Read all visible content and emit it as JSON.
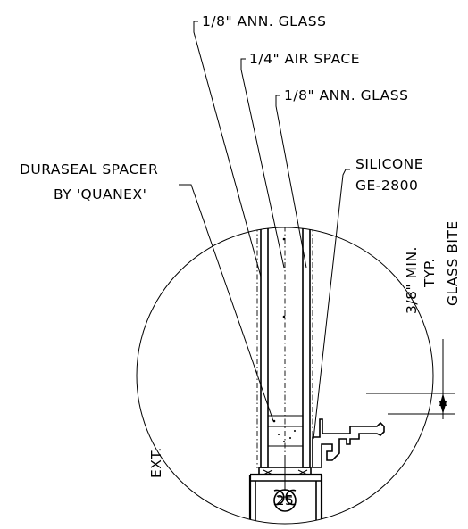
{
  "labels": {
    "glass_outer": "1/8\" ANN. GLASS",
    "air_space": "1/4\" AIR SPACE",
    "glass_inner": "1/8\" ANN. GLASS",
    "spacer_line1": "DURASEAL SPACER",
    "spacer_line2": "BY 'QUANEX'",
    "silicone_line1": "SILICONE",
    "silicone_line2": "GE-2800",
    "bite_dim": "3/8\" MIN.",
    "bite_typ": "TYP.",
    "bite_label": "GLASS BITE",
    "exterior": "EXT.",
    "detail_tag": "25"
  }
}
